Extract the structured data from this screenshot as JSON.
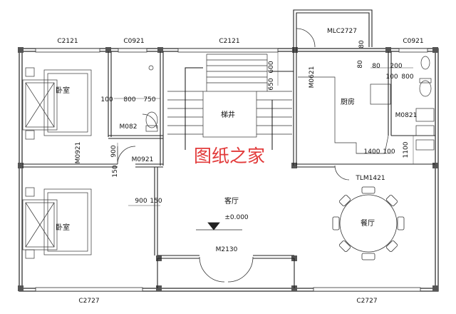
{
  "watermark": "图纸之家",
  "windows": {
    "top_left": "C2121",
    "top_second": "C0921",
    "top_middle": "C2121",
    "top_right": "C0921",
    "balcony_door": "MLC2727",
    "bottom_left": "C2727",
    "bottom_right": "C2727"
  },
  "doors": {
    "bedroom1": "M0921",
    "hall": "M0921",
    "bath_left": "M082",
    "kitchen_left": "M0621",
    "kitchen_right": "M0821",
    "main_entry": "M2130",
    "sliding": "TLM1421"
  },
  "rooms": {
    "bedroom_top": "卧室",
    "bedroom_bottom": "卧室",
    "stair": "梯井",
    "kitchen": "厨房",
    "living": "客厅",
    "dining": "餐厅",
    "elevation": "±0.000"
  },
  "dims": {
    "d100": "100",
    "d800": "800",
    "d750": "750",
    "d900": "900",
    "d150": "150",
    "d900b": "900",
    "d150b": "150",
    "d600": "600",
    "d650": "650",
    "d80a": "80",
    "d80b": "80",
    "d200": "200",
    "d800r": "800",
    "d100r": "100",
    "d1400": "1400",
    "d1100": "1100",
    "d100b": "100",
    "d80c": "80"
  }
}
